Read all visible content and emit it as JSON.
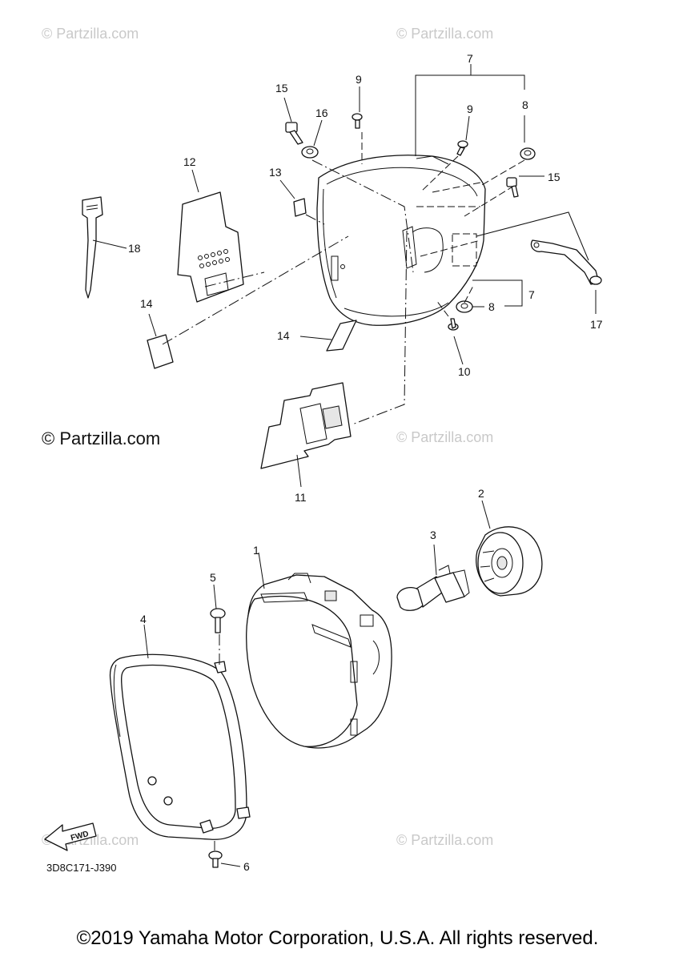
{
  "watermarks": {
    "top_left": "© Partzilla.com",
    "top_right": "© Partzilla.com",
    "middle_left": "© Partzilla.com",
    "middle_right": "© Partzilla.com",
    "bottom_left": "© Partzilla.com",
    "bottom_right": "© Partzilla.com"
  },
  "callouts": {
    "c1": "1",
    "c2": "2",
    "c3": "3",
    "c4": "4",
    "c5": "5",
    "c6": "6",
    "c7a": "7",
    "c7b": "7",
    "c8a": "8",
    "c8b": "8",
    "c9a": "9",
    "c9b": "9",
    "c10": "10",
    "c11": "11",
    "c12": "12",
    "c13": "13",
    "c14a": "14",
    "c14b": "14",
    "c15a": "15",
    "c15b": "15",
    "c16": "16",
    "c17": "17",
    "c18": "18"
  },
  "fwd_label": "FWD",
  "diagram_code": "3D8C171-J390",
  "copyright": "©2019 Yamaha Motor Corporation, U.S.A. All rights reserved."
}
